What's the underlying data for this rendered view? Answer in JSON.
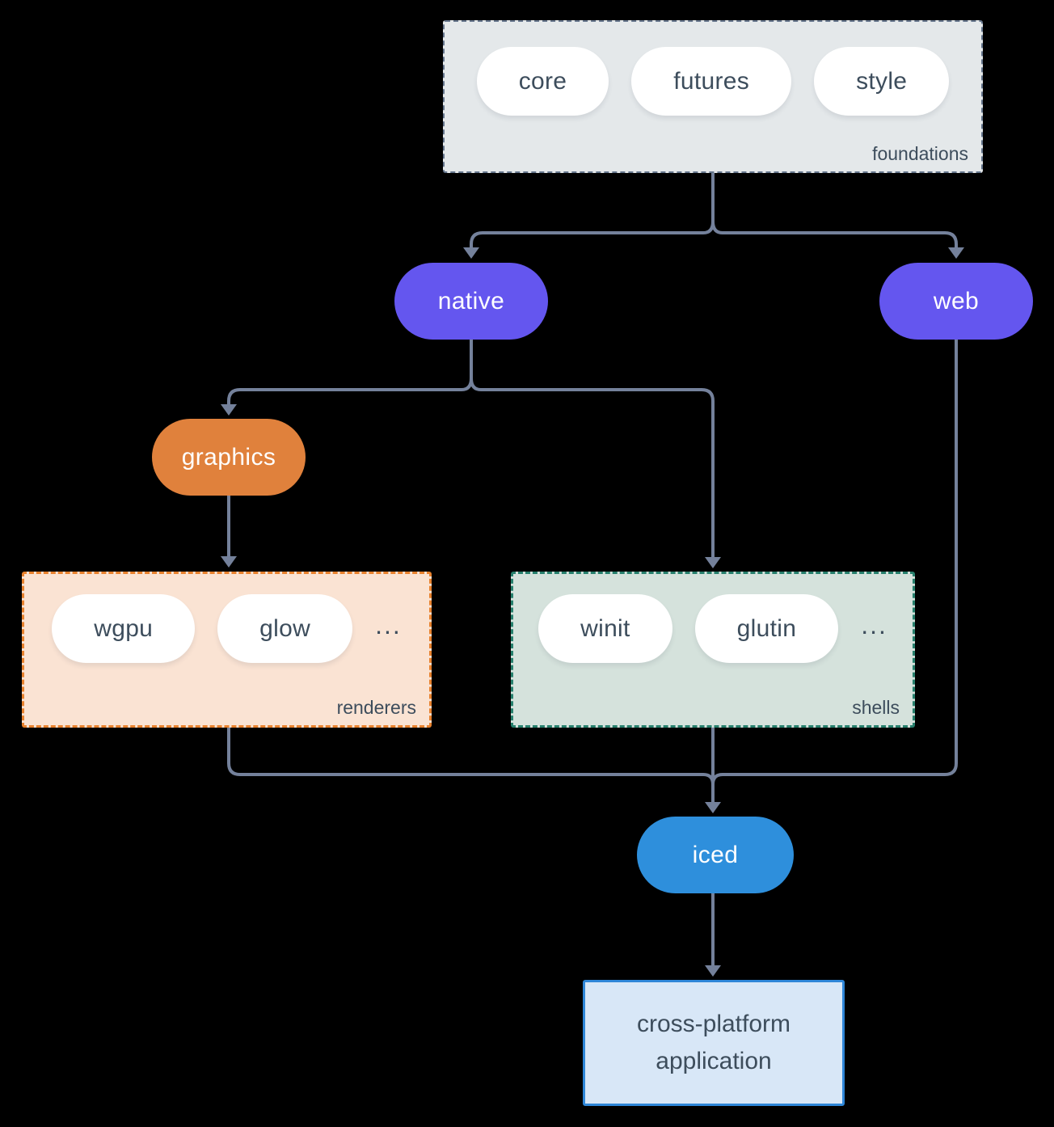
{
  "colors": {
    "bg": "#000000",
    "connector": "#74819b",
    "purple": "#6456ef",
    "orange": "#e0813c",
    "blue": "#2e8fdc",
    "text-dark": "#3d4d5c",
    "pill-fill": "#ffffff",
    "foundations-fill": "#e4e8ea",
    "foundations-border": "#64748b",
    "renderers-fill": "#fae3d3",
    "renderers-border": "#e8822e",
    "shells-fill": "#d5e2dc",
    "shells-border": "#27806d",
    "app-fill": "#d8e7f7",
    "app-border": "#2e86d8"
  },
  "nodes": {
    "foundations": {
      "label": "foundations",
      "pills": [
        "core",
        "futures",
        "style"
      ]
    },
    "native": {
      "label": "native"
    },
    "web": {
      "label": "web"
    },
    "graphics": {
      "label": "graphics"
    },
    "renderers": {
      "label": "renderers",
      "pills": [
        "wgpu",
        "glow"
      ],
      "ellipsis": "..."
    },
    "shells": {
      "label": "shells",
      "pills": [
        "winit",
        "glutin"
      ],
      "ellipsis": "..."
    },
    "iced": {
      "label": "iced"
    },
    "application": {
      "label": "cross-platform application"
    }
  }
}
